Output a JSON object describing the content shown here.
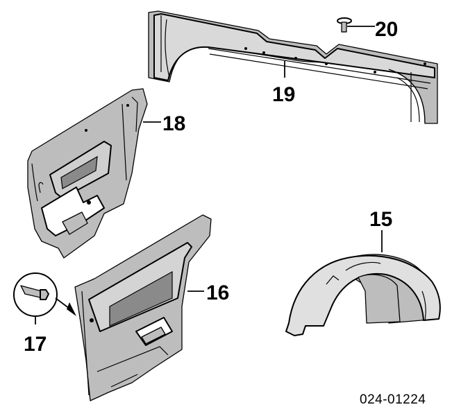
{
  "diagram": {
    "callouts": {
      "p15": "15",
      "p16": "16",
      "p17": "17",
      "p18": "18",
      "p19": "19",
      "p20": "20"
    },
    "figure_code": "024-01224"
  }
}
